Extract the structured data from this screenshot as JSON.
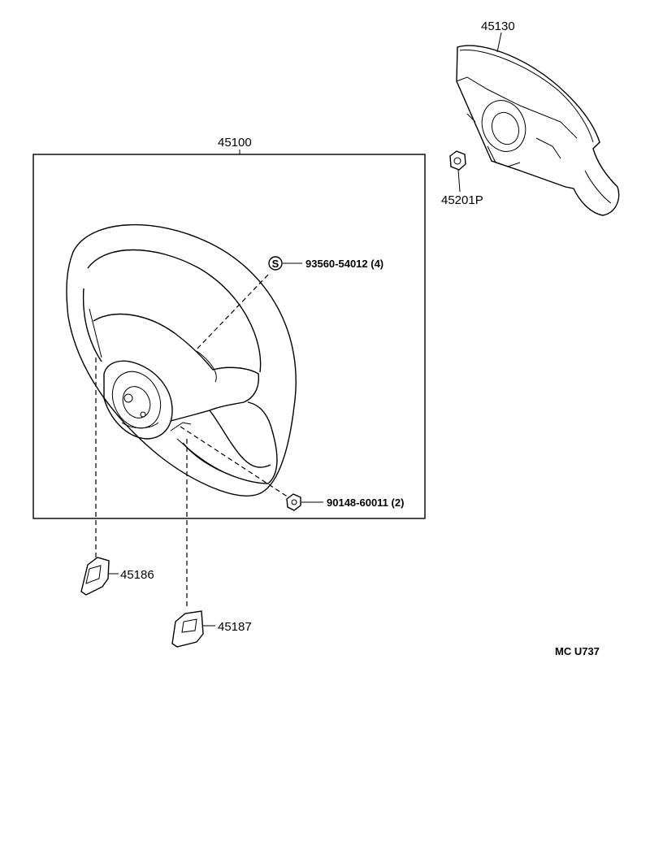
{
  "parts": {
    "pad": "45130",
    "nut": "45201P",
    "wheel": "45100",
    "bolt_s": "93560-54012 (4)",
    "bolt_s_symbol": "S",
    "nut_small": "90148-60011 (2)",
    "cover_left": "45186",
    "cover_right": "45187"
  },
  "footer": {
    "code": "MC  U737"
  }
}
